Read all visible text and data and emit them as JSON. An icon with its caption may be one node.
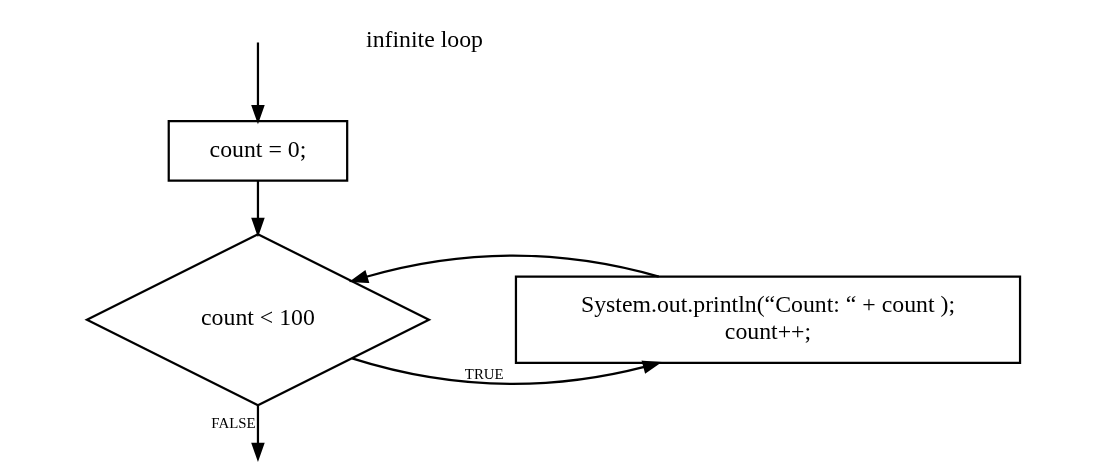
{
  "diagram": {
    "nodes": [
      {
        "text": [
          "count = 0;"
        ]
      },
      {
        "text": [
          "count < 100"
        ]
      },
      {
        "text": [
          "System.out.println(“Count: “ + count );",
          "count++;"
        ]
      }
    ],
    "edges": [
      {
        "from": null,
        "to": 0,
        "arrow": "to"
      },
      {
        "from": 0,
        "to": 1,
        "arrow": "to"
      },
      {
        "from": 1,
        "to": 2,
        "arrow": "to",
        "label": "TRUE"
      },
      {
        "from": 2,
        "to": 1,
        "arrow": "to"
      },
      {
        "from": 1,
        "to": null,
        "arrow": "to",
        "label": "FALSE"
      }
    ],
    "labels": [
      "infinite loop"
    ]
  }
}
